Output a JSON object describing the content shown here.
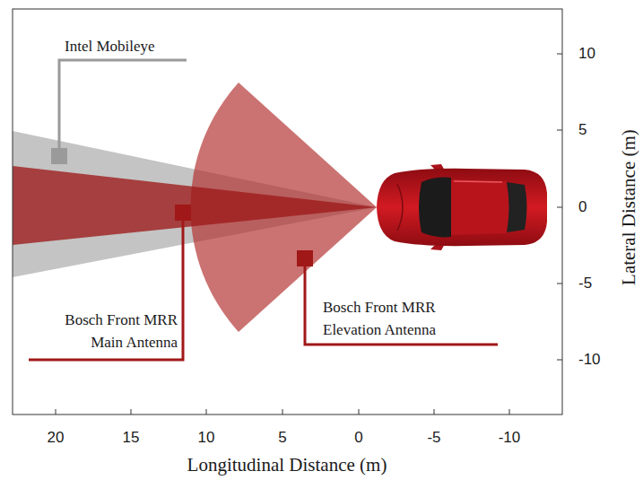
{
  "diagram": {
    "labels": [
      "Intel Mobileye",
      "Bosch Front MRR Main Antenna",
      "Bosch Front MRR Elevation Antenna",
      "20",
      "15",
      "10",
      "5",
      "0",
      "-5",
      "-10",
      "10",
      "5",
      "0",
      "-5",
      "-10",
      "Longitudinal Distance (m)",
      "Lateral Distance (m)"
    ]
  }
}
